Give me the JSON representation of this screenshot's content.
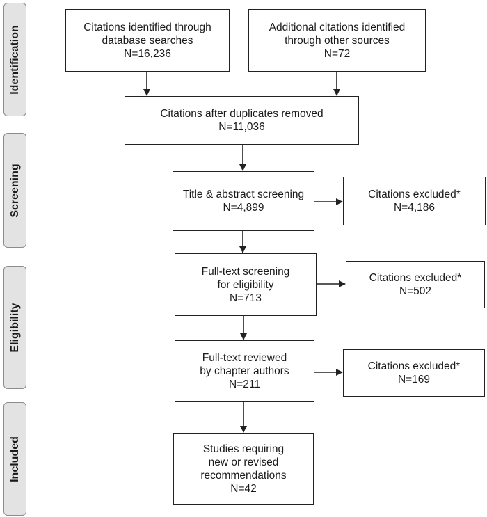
{
  "stages": {
    "identification": "Identification",
    "screening": "Screening",
    "eligibility": "Eligibility",
    "included": "Included"
  },
  "boxes": {
    "database_searches": {
      "line1": "Citations identified through",
      "line2": "database searches",
      "count": "N=16,236"
    },
    "other_sources": {
      "line1": "Additional citations identified",
      "line2": "through other sources",
      "count": "N=72"
    },
    "duplicates_removed": {
      "line1": "Citations after duplicates removed",
      "count": "N=11,036"
    },
    "title_abstract": {
      "line1": "Title & abstract screening",
      "count": "N=4,899"
    },
    "excluded_1": {
      "line1": "Citations excluded*",
      "count": "N=4,186"
    },
    "full_text": {
      "line1": "Full-text screening",
      "line2": "for eligibility",
      "count": "N=713"
    },
    "excluded_2": {
      "line1": "Citations excluded*",
      "count": "N=502"
    },
    "reviewed": {
      "line1": "Full-text reviewed",
      "line2": "by chapter authors",
      "count": "N=211"
    },
    "excluded_3": {
      "line1": "Citations excluded*",
      "count": "N=169"
    },
    "included": {
      "line1": "Studies requiring",
      "line2": "new or revised",
      "line3": "recommendations",
      "count": "N=42"
    }
  }
}
